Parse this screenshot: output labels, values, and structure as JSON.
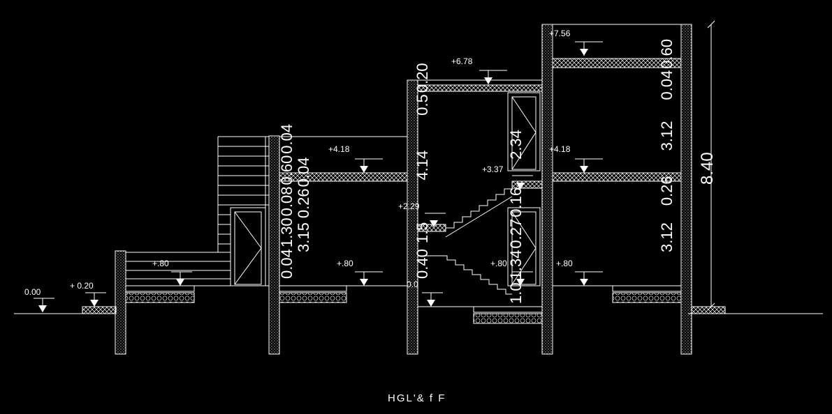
{
  "drawing": {
    "title": "HGL'& f  F",
    "levels": {
      "ground": "0.00",
      "entry": "+ 0.20",
      "floor1_left": "+.80",
      "floor1_mid": "+.80",
      "floor1_stair": "+.80",
      "floor1_right": "+.80",
      "zero_mid": "0.0",
      "floor2_left": "+4.18",
      "floor2_right": "+4.18",
      "landing_mid": "+2.29",
      "landing_top": "+3.37",
      "roof_mid": "+6.78",
      "roof_right": "+7.56"
    },
    "dimensions": {
      "left_col": [
        "0.04",
        "1.30",
        "0.08",
        "0.60",
        "0.04"
      ],
      "left_col_b": [
        "3.15",
        "0.26",
        "0.04"
      ],
      "mid_col": [
        "0.40",
        "1.5",
        "4.14",
        "0.5",
        "0.20"
      ],
      "stair_col": [
        "1.0",
        "1.34",
        "0.27",
        "0.16",
        "2.34"
      ],
      "right_col": [
        "3.12",
        "0.26",
        "3.12",
        "0.04",
        "0.60"
      ],
      "overall": "8.40"
    },
    "colors": {
      "background": "#000000",
      "lines": "#ffffff"
    }
  }
}
